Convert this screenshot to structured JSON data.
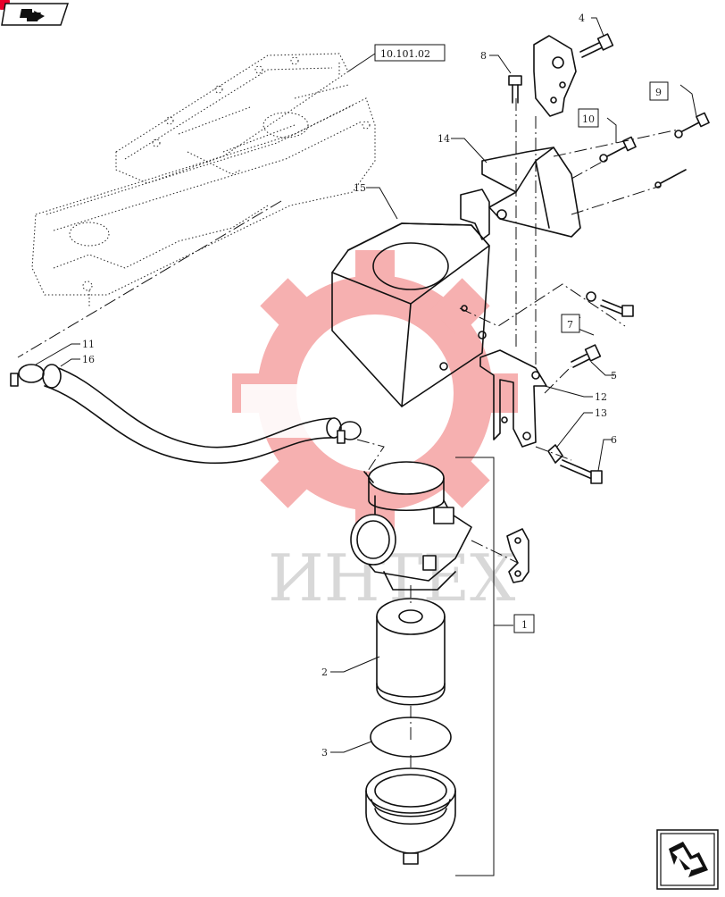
{
  "diagram": {
    "reference_box": "10.101.02",
    "watermark": "ИНТЕХ",
    "callouts": [
      {
        "id": "c4",
        "text": "4"
      },
      {
        "id": "c8",
        "text": "8"
      },
      {
        "id": "c9",
        "text": "9"
      },
      {
        "id": "c10",
        "text": "10"
      },
      {
        "id": "c14",
        "text": "14"
      },
      {
        "id": "c15",
        "text": "15"
      },
      {
        "id": "c11",
        "text": "11"
      },
      {
        "id": "c16",
        "text": "16"
      },
      {
        "id": "c7",
        "text": "7"
      },
      {
        "id": "c5",
        "text": "5"
      },
      {
        "id": "c12",
        "text": "12"
      },
      {
        "id": "c13",
        "text": "13"
      },
      {
        "id": "c6",
        "text": "6"
      },
      {
        "id": "c1",
        "text": "1"
      },
      {
        "id": "c2",
        "text": "2"
      },
      {
        "id": "c3",
        "text": "3"
      }
    ]
  },
  "nav": {
    "back_icon": "back-arrow-icon",
    "next_icon": "next-arrow-icon"
  },
  "colors": {
    "watermark": "#f07070",
    "line": "#111111",
    "accent": "#e8002a"
  }
}
